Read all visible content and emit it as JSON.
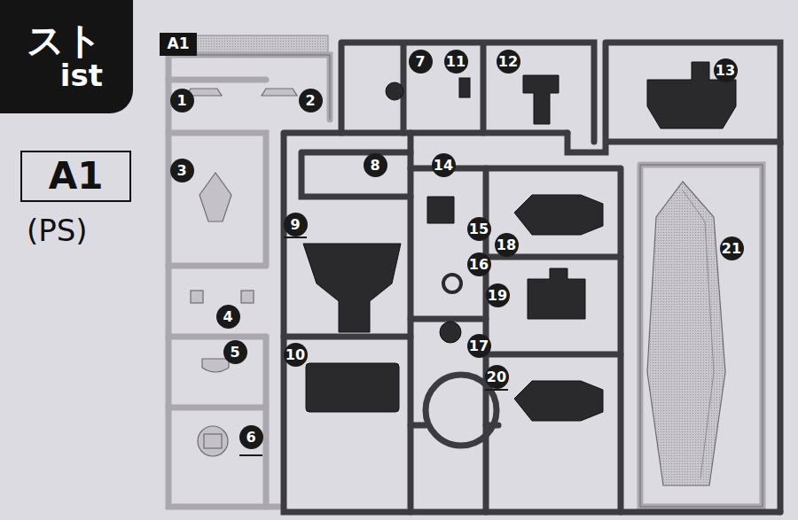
{
  "diagram": {
    "nodes": [
      {
        "text": [
          "スト",
          "ist"
        ]
      },
      {
        "text": [
          "A1"
        ]
      },
      {
        "text": [
          "A1"
        ]
      }
    ],
    "labels": [
      "(PS)",
      "1",
      "2",
      "3",
      "4",
      "5",
      "6",
      "7",
      "8",
      "9",
      "10",
      "11",
      "12",
      "13",
      "14",
      "15",
      "16",
      "17",
      "18",
      "19",
      "20",
      "21"
    ]
  }
}
